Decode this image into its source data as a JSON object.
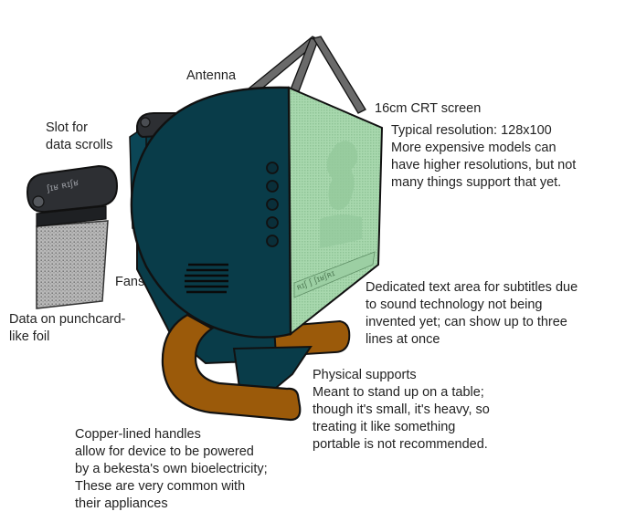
{
  "colors": {
    "casing": "#093c49",
    "screen": "#a8d8ae",
    "copper": "#9b5a0a",
    "scroll_holder": "#2d2f33",
    "foil": "#b6b6b6",
    "outline": "#111111",
    "antenna": "#666666",
    "text": "#222222"
  },
  "device_text": {
    "top_strip": "ʃɪʁ ʀɪʃʁ",
    "screen_subtitle": "ʀɪʃ ʃ ʃɪʁʃʀɪ"
  },
  "labels": {
    "antenna": "Antenna",
    "crt_screen": "16cm CRT screen",
    "resolution": [
      "Typical resolution: 128x100",
      "More expensive models can",
      "have higher resolutions, but not",
      "many things support that yet."
    ],
    "slot": [
      "Slot for",
      "data scrolls"
    ],
    "fans": "Fans",
    "punchcard": [
      "Data on punchcard-",
      "like foil"
    ],
    "text_area": [
      "Dedicated text area for subtitles due",
      "to sound technology not being",
      "invented yet; can show up to three",
      "lines at once"
    ],
    "supports": [
      "Physical supports",
      "Meant to stand up on a table;",
      "though it's small, it's heavy, so",
      "treating it like something",
      "portable is not recommended."
    ],
    "handles": [
      "Copper-lined handles",
      "allow for device to be powered",
      "by a bekesta's own bioelectricity;",
      "These are very common with",
      "their appliances"
    ]
  }
}
